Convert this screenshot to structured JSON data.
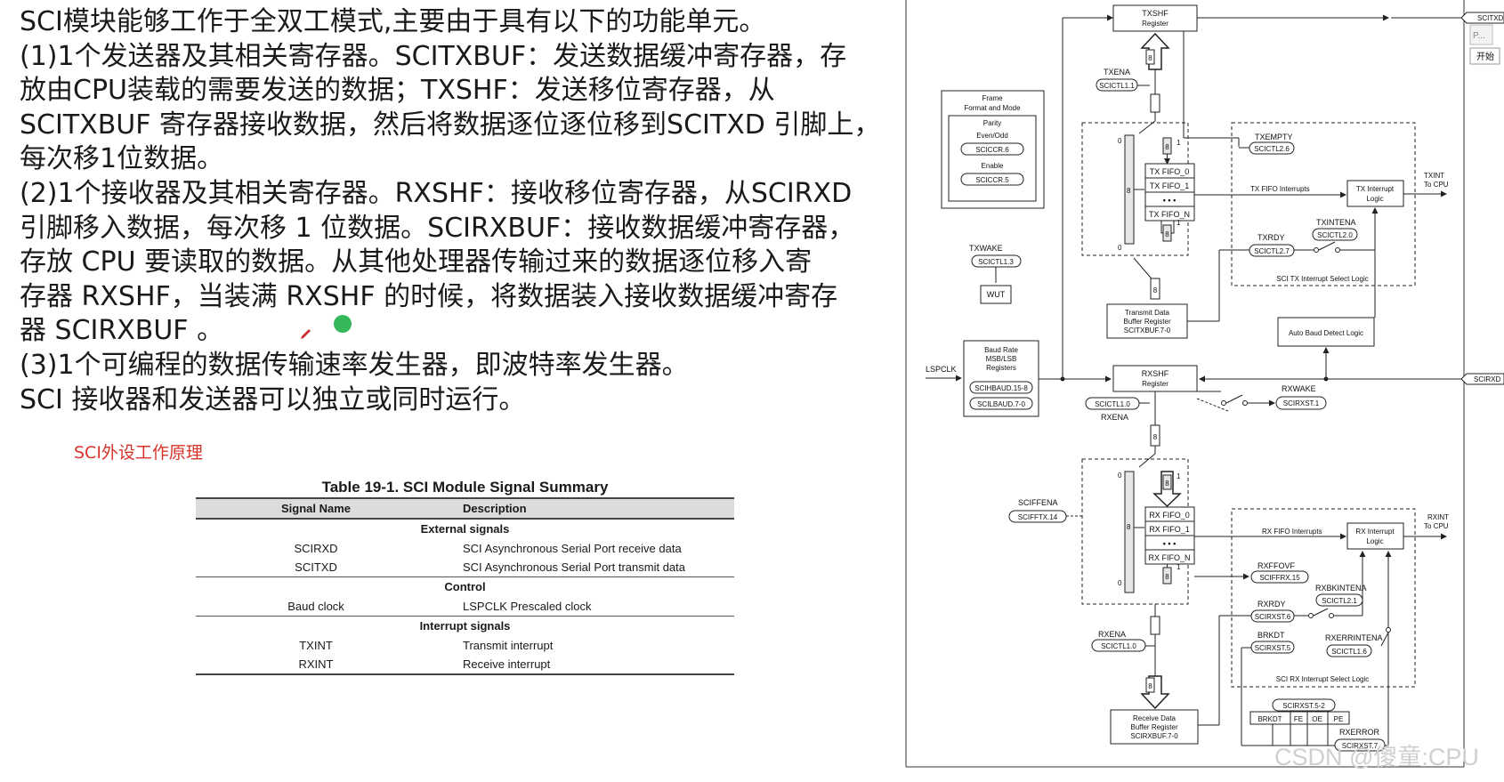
{
  "paragraph": [
    "SCI模块能够工作于全双工模式,主要由于具有以下的功能单元。",
    "(1)1个发送器及其相关寄存器。SCITXBUF：发送数据缓冲寄存器，存",
    "放由CPU装载的需要发送的数据；TXSHF：发送移位寄存器，从",
    "SCITXBUF 寄存器接收数据，然后将数据逐位逐位移到SCITXD 引脚上，",
    "每次移1位数据。",
    "(2)1个接收器及其相关寄存器。RXSHF：接收移位寄存器，从SCIRXD",
    "引脚移入数据，每次移 1 位数据。SCIRXBUF：接收数据缓冲寄存器，",
    "存放 CPU 要读取的数据。从其他处理器传输过来的数据逐位移入寄",
    "存器 RXSHF，当装满 RXSHF 的时候，将数据装入接收数据缓冲寄存",
    "器 SCIRXBUF 。",
    "(3)1个可编程的数据传输速率发生器，即波特率发生器。",
    "SCI 接收器和发送器可以独立或同时运行。"
  ],
  "subheading": "SCI外设工作原理",
  "table": {
    "title": "Table 19-1. SCI Module Signal Summary",
    "headers": [
      "Signal Name",
      "Description"
    ],
    "sections": [
      {
        "name": "External signals",
        "rows": [
          [
            "SCIRXD",
            "SCI Asynchronous Serial Port receive data"
          ],
          [
            "SCITXD",
            "SCI Asynchronous Serial Port transmit data"
          ]
        ]
      },
      {
        "name": "Control",
        "rows": [
          [
            "Baud clock",
            "LSPCLK Prescaled clock"
          ]
        ]
      },
      {
        "name": "Interrupt signals",
        "rows": [
          [
            "TXINT",
            "Transmit interrupt"
          ],
          [
            "RXINT",
            "Receive interrupt"
          ]
        ]
      }
    ]
  },
  "diagram": {
    "txshf": [
      "TXSHF",
      "Register"
    ],
    "txena": "TXENA",
    "scictl1_1": "SCICTL1.1",
    "frame": [
      "Frame",
      "Format and Mode"
    ],
    "parity": "Parity",
    "even_odd": "Even/Odd",
    "scicc6": "SCICCR.6",
    "enable": "Enable",
    "scicc5": "SCICCR.5",
    "txempty": "TXEMPTY",
    "scictl2_6": "SCICTL2.6",
    "txfifo": [
      "TX FIFO_0",
      "TX FIFO_1",
      "• • •",
      "TX FIFO_N"
    ],
    "txfifo_int": "TX FIFO Interrupts",
    "txint_logic": [
      "TX Interrupt",
      "Logic"
    ],
    "txint_out": [
      "TXINT",
      "To CPU"
    ],
    "txintena": "TXINTENA",
    "scictl2_0": "SCICTL2.0",
    "txrdy": "TXRDY",
    "scictl2_7": "SCICTL2.7",
    "tx_sel": "SCI TX Interrupt Select Logic",
    "txwake": "TXWAKE",
    "scictl1_3": "SCICTL1.3",
    "wut": "WUT",
    "txbuf": [
      "Transmit Data",
      "Buffer Register",
      "SCITXBUF.7-0"
    ],
    "autobaud": "Auto Baud Detect Logic",
    "baud": [
      "Baud Rate",
      "MSB/LSB",
      "Registers"
    ],
    "scihbaud": "SCIHBAUD.15-8",
    "scilbaud": "SCILBAUD.7-0",
    "lspclk": "LSPCLK",
    "rxshf": [
      "RXSHF",
      "Register"
    ],
    "scictl1_0": "SCICTL1.0",
    "rxena": "RXENA",
    "rxwake": "RXWAKE",
    "scirxst1": "SCIRXST.1",
    "scitxd": "SCITXD",
    "scirxd": "SCIRXD",
    "sciffena": "SCIFFENA",
    "scifftx14": "SCIFFTX.14",
    "rxfifo": [
      "RX FIFO_0",
      "RX FIFO_1",
      "• • •",
      "RX FIFO_N"
    ],
    "rxfifo_int": "RX FIFO Interrupts",
    "rxint_logic": [
      "RX Interrupt",
      "Logic"
    ],
    "rxint_out": [
      "RXINT",
      "To CPU"
    ],
    "rxffovf": "RXFFOVF",
    "sciffrx15": "SCIFFRX.15",
    "rxbkintena": "RXBKINTENA",
    "scictl2_1": "SCICTL2.1",
    "rxrdy": "RXRDY",
    "scirxst6": "SCIRXST.6",
    "brkdt": "BRKDT",
    "scirxst5": "SCIRXST.5",
    "rxerrintena": "RXERRINTENA",
    "scictl1_6": "SCICTL1.6",
    "rx_sel": "SCI RX Interrupt Select Logic",
    "rxena2": "RXENA",
    "scictl1_0b": "SCICTL1.0",
    "rxbuf": [
      "Receive Data",
      "Buffer Register",
      "SCIRXBUF.7-0"
    ],
    "scirxst52": "SCIRXST.5-2",
    "err_bits": [
      "BRKDT",
      "FE",
      "OE",
      "PE"
    ],
    "rxerror": "RXERROR",
    "scirxst7": "SCIRXST.7",
    "n8": "8",
    "n1": "1",
    "n0": "0",
    "ui_p": "P...",
    "ui_start": "开始"
  },
  "watermark": "CSDN @傻童:CPU"
}
